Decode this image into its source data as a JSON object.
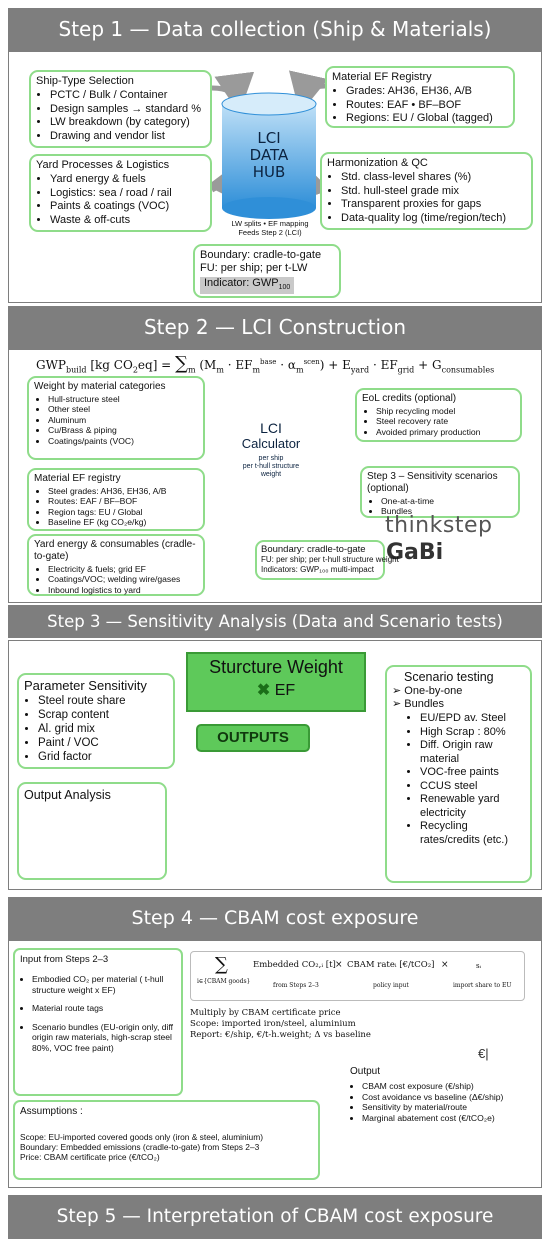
{
  "step1": {
    "title": "Step 1 — Data collection (Ship & Materials)",
    "ship_type": {
      "title": "Ship-Type Selection",
      "items": [
        "PCTC / Bulk / Container",
        "Design samples → standard %",
        "LW breakdown (by category)",
        "Drawing and vendor list"
      ]
    },
    "yard": {
      "title": "Yard Processes & Logistics",
      "items": [
        "Yard energy & fuels",
        "Logistics: sea / road / rail",
        "Paints & coatings (VOC)",
        "Waste & off-cuts"
      ]
    },
    "hub": {
      "l1": "LCI",
      "l2": "DATA",
      "l3": "HUB",
      "note1": "LW splits • EF mapping",
      "note2": "Feeds Step 2 (LCI)"
    },
    "ef_registry": {
      "title": "Material EF Registry",
      "items": [
        "Grades: AH36, EH36, A/B",
        "Routes: EAF • BF–BOF",
        "Regions: EU / Global (tagged)"
      ]
    },
    "harmonization": {
      "title": "Harmonization & QC",
      "items": [
        "Std. class-level shares (%)",
        "Std. hull-steel grade mix",
        "Transparent proxies for gaps",
        "Data-quality log (time/region/tech)"
      ]
    },
    "boundary": {
      "line1": "Boundary: cradle-to-gate",
      "line2": "FU: per ship; per t-LW",
      "indicator": "Indicator: GWP",
      "indicator_sub": "100"
    }
  },
  "step2": {
    "title": "Step 2 — LCI Construction",
    "formula": {
      "lhs": "GWP",
      "lhs_sub": "build",
      "units": "[kg CO",
      "units_end": "eq] =",
      "sum_sub": "m",
      "terms": "M",
      "rest": "+ E",
      "rest_sub": "yard",
      "rest2": "· EF",
      "rest2_sub": "grid",
      "rest3": "+ G",
      "rest3_sub": "consumables"
    },
    "weight": {
      "title": "Weight by material categories",
      "items": [
        "Hull-structure steel",
        "Other steel",
        "Aluminum",
        "Cu/Brass & piping",
        "Coatings/paints (VOC)"
      ]
    },
    "ef": {
      "title": "Material EF registry",
      "items": [
        "Steel grades: AH36, EH36, A/B",
        "Routes: EAF / BF–BOF",
        "Region tags: EU / Global",
        "Baseline EF (kg CO₂e/kg)"
      ]
    },
    "yard": {
      "title": "Yard energy & consumables (cradle-to-gate)",
      "items": [
        "Electricity & fuels; grid EF",
        "Coatings/VOC; welding wire/gases",
        "Inbound logistics to yard"
      ]
    },
    "calc": {
      "l1": "LCI",
      "l2": "Calculator",
      "s1": "per ship",
      "s2": "per t-hull structure",
      "s3": "weight"
    },
    "eol": {
      "title": "EoL credits (optional)",
      "items": [
        "Ship recycling model",
        "Steel recovery rate",
        "Avoided primary production"
      ]
    },
    "sens": {
      "title": "Step 3 – Sensitivity scenarios (optional)",
      "items": [
        "One-at-a-time",
        "Bundles"
      ]
    },
    "logo1": "thinkstep",
    "logo2": "GaBi",
    "boundary": {
      "line1": "Boundary: cradle-to-gate",
      "line2": "FU: per ship; per t-hull structure weight",
      "line3": "Indicators: GWP₁₀₀ multi-impact"
    }
  },
  "step3": {
    "title": "Step 3 — Sensitivity Analysis (Data and Scenario tests)",
    "param": {
      "title": "Parameter Sensitivity",
      "items": [
        "Steel route share",
        "Scrap content",
        "Al. grid mix",
        "Paint / VOC",
        "Grid factor"
      ]
    },
    "struct": {
      "l1": "Sturcture Weight",
      "l2": "EF"
    },
    "outputs": "OUTPUTS",
    "output_analysis": "Output Analysis",
    "scenario": {
      "title": "Scenario testing",
      "top": [
        "One-by-one",
        "Bundles"
      ],
      "items": [
        "EU/EPD av. Steel",
        "High Scrap : 80%",
        "Diff. Origin raw material",
        "VOC-free paints",
        "CCUS steel",
        "Renewable yard electricity",
        "Recycling rates/credits (etc.)"
      ]
    }
  },
  "step4": {
    "title": "Step 4 —  CBAM cost exposure",
    "input": {
      "title": "Input from Steps 2–3",
      "items": [
        "Embodied CO₂ per material ( t-hull structure weight x EF)",
        "Material route tags",
        "Scenario bundles (EU-origin only, diff origin raw materials, high-scrap steel 80%, VOC free paint)"
      ]
    },
    "formula": {
      "sum": "∑",
      "sum_sub": "i∈{CBAM goods}",
      "t1": "Embedded CO₂,ᵢ [t]",
      "t1_sub": "from Steps 2–3",
      "t2": "CBAM rateᵢ [€/tCO₂]",
      "t2_sub": "policy input",
      "t3": "sᵢ",
      "t3_sub": "import share to EU"
    },
    "multiply": {
      "line1": "Multiply by CBAM certificate price",
      "line2": "Scope: imported iron/steel, aluminium",
      "line3": "Report: €/ship, €/t-h.weight; Δ vs baseline"
    },
    "output": {
      "title": "Output",
      "items": [
        "CBAM cost exposure (€/ship)",
        "Cost avoidance vs baseline (Δ€/ship)",
        "Sensitivity by material/route",
        "Marginal abatement cost (€/tCO₂e)"
      ]
    },
    "assumptions": {
      "title": "Assumptions :",
      "line1": "Scope: EU-imported covered goods only (iron & steel, aluminium)",
      "line2": "Boundary: Embedded emissions (cradle-to-gate) from Steps 2–3",
      "line3": "Price: CBAM certificate price (€/tCO₂)"
    }
  },
  "step5": {
    "title": "Step 5 —  Interpretation of CBAM cost exposure"
  },
  "colors": {
    "band": "#7e7e7e",
    "green_border": "#8fdc8a",
    "green_fill": "#5ec95a",
    "hub_blue": "#2f8fd8",
    "arrow": "#9a9a9a"
  }
}
